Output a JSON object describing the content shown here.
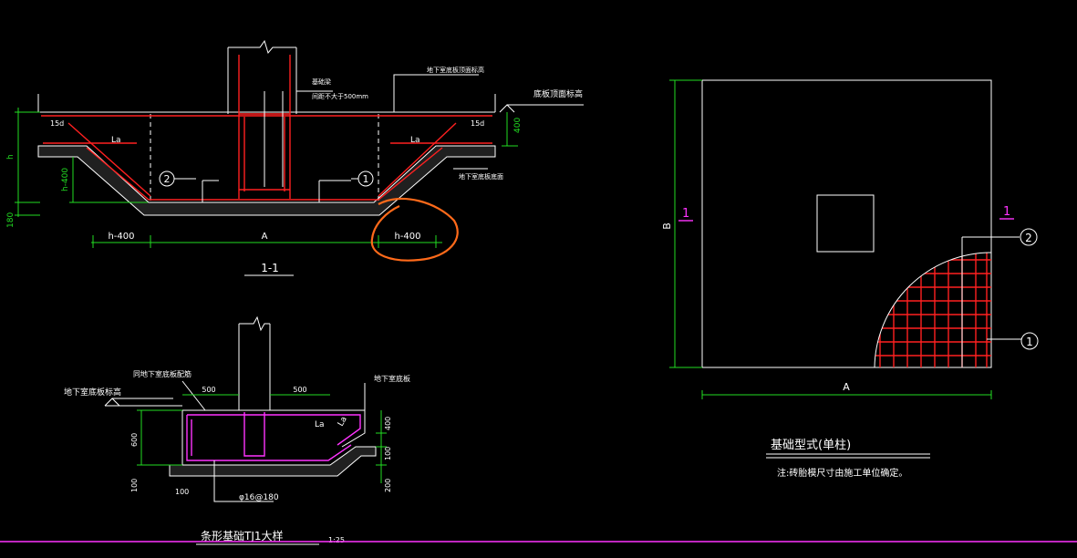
{
  "section_1_1": {
    "labels": {
      "bottom_slab_top_elev": "底板顶面标高",
      "basement_floor_top_elev": "地下室底板顶面标高",
      "column_note_1": "基础梁",
      "column_note_2": "间距不大于500mm",
      "basement_slab_bottom": "地下室底板底面",
      "dim_15d_left": "15d",
      "dim_15d_right": "15d",
      "la_left": "La",
      "la_right": "La",
      "h_label": "h",
      "h400_vert": "h-400",
      "dim_180": "180",
      "dim_400": "400",
      "bottom_h400_left": "h-400",
      "bottom_A": "A",
      "bottom_h400_right": "h-400",
      "marker_1": "1",
      "marker_2": "2",
      "title": "1-1"
    }
  },
  "strip_detail": {
    "labels": {
      "basement_floor_elev": "地下室底板标高",
      "same_basement_bottom": "同地下室底板配筋",
      "basement_slab": "地下室底板",
      "dim_500_left": "500",
      "dim_500_right": "500",
      "dim_600": "600",
      "dim_400": "400",
      "dim_100_right": "100",
      "dim_200": "200",
      "dim_100_left": "100",
      "dim_100_bottom": "100",
      "la": "La",
      "la2": "La",
      "rebar": "φ16@180",
      "title": "条形基础TJ1大样",
      "scale": "1:25"
    }
  },
  "plan": {
    "labels": {
      "dim_B": "B",
      "dim_A": "A",
      "section_left": "1",
      "section_right": "1",
      "callout_2": "2",
      "callout_1": "1",
      "title": "基础型式(单柱)",
      "note": "注:砖胎模尺寸由施工单位确定。"
    }
  },
  "colors": {
    "background": "#000000",
    "line_white": "#ffffff",
    "rebar_red": "#ff2020",
    "dimension_green": "#22dd22",
    "highlight_magenta": "#ff33ff",
    "annotation_orange": "#ff6a1a"
  }
}
